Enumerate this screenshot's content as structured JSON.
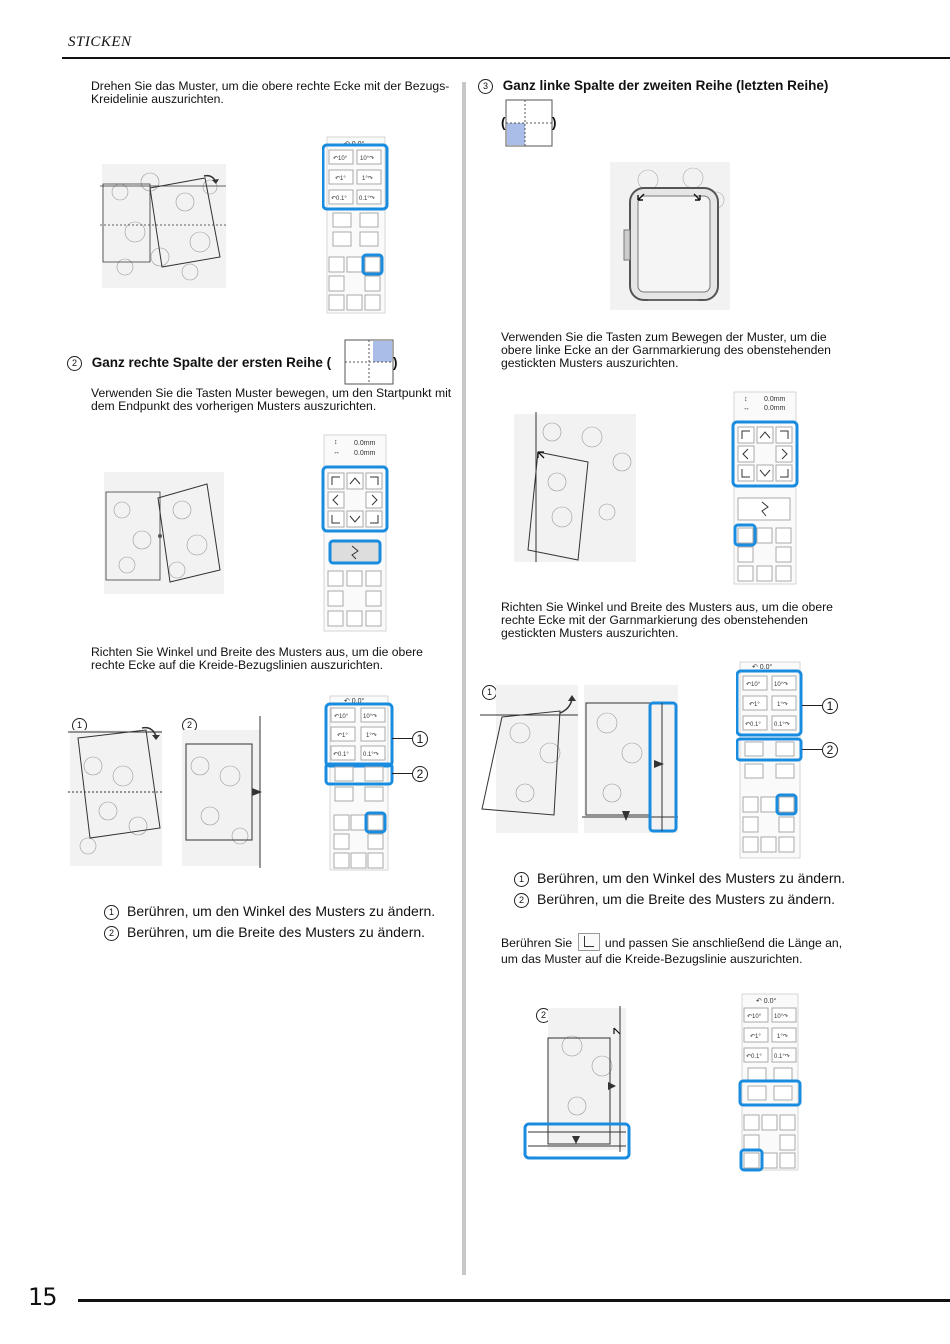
{
  "header": {
    "section_title": "STICKEN"
  },
  "page_number": "15",
  "left": {
    "intro_text": "Drehen Sie das Muster, um die obere rechte Ecke mit der Bezugs-Kreidelinie auszurichten.",
    "step2": {
      "number": "2",
      "title": "Ganz rechte Spalte der ersten Reihe (",
      "title_end": ")",
      "text": "Verwenden Sie die Tasten Muster bewegen, um den Startpunkt mit dem Endpunkt des vorherigen Musters auszurichten.",
      "move_readout_v": "0.0",
      "move_readout_h": "0.0",
      "unit": "mm"
    },
    "align_text": "Richten Sie Winkel und Breite des Musters aus, um die obere rechte Ecke auf die Kreide-Bezugslinien auszurichten.",
    "fig_labels": [
      "1",
      "2"
    ],
    "notes": [
      {
        "num": "1",
        "text": "Berühren, um den Winkel des Musters zu ändern."
      },
      {
        "num": "2",
        "text": "Berühren, um die Breite des Musters zu ändern."
      }
    ],
    "callouts": [
      "1",
      "2"
    ],
    "angle_readout": "0.0°"
  },
  "right": {
    "step3": {
      "number": "3",
      "title": "Ganz linke Spalte der zweiten Reihe (letzten Reihe)",
      "paren_open": "(",
      "paren_close": ")"
    },
    "move_text": "Verwenden Sie die Tasten zum Bewegen der Muster, um die obere linke Ecke an der Garnmarkierung des obenstehenden gestickten Musters auszurichten.",
    "move_readout_v": "0.0",
    "move_readout_h": "0.0",
    "unit": "mm",
    "align_text": "Richten Sie Winkel und Breite des Musters aus, um die obere rechte Ecke mit der Garnmarkierung des obenstehenden gestickten Musters auszurichten.",
    "fig_labels": [
      "1",
      "2"
    ],
    "callouts": [
      "1",
      "2"
    ],
    "notes": [
      {
        "num": "1",
        "text": "Berühren, um den Winkel des Musters zu ändern."
      },
      {
        "num": "2",
        "text": "Berühren, um die Breite des Musters zu ändern."
      }
    ],
    "final_text_a": "Berühren Sie",
    "final_text_b": "und passen Sie anschließend die Länge an,",
    "final_text_c": "um das Muster auf die Kreide-Bezugslinie auszurichten.",
    "final_fig_label": "2",
    "angle_readout": "0.0°"
  },
  "keys": {
    "rot10_l": "10°",
    "rot10_r": "10°",
    "rot1_l": "1°",
    "rot1_r": "1°",
    "rot01_l": "0.1°",
    "rot01_r": "0.1°"
  },
  "colors": {
    "highlight": "#1a8ce0",
    "block_fill": "#a9bde8",
    "divider": "#c8c8c8"
  }
}
